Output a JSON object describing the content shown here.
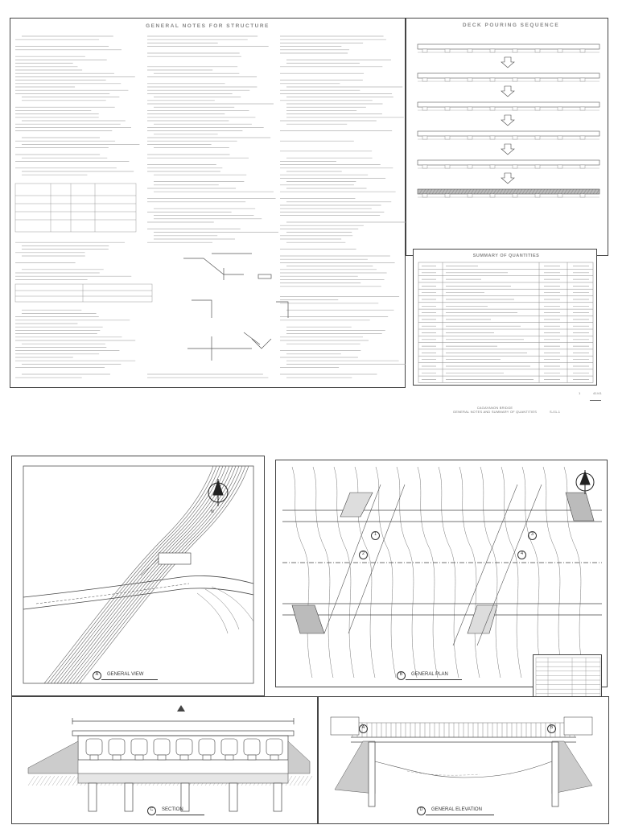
{
  "top_sheet": {
    "notes_title": "GENERAL NOTES FOR STRUCTURE",
    "deck_title": "DECK POURING SEQUENCE",
    "quantities_title": "SUMMARY OF QUANTITIES",
    "qty_rows": [
      {
        "item": "ITEM",
        "desc": "DESCRIPTION",
        "unit": "UNIT",
        "qty": "QUANTITY"
      },
      {
        "item": "",
        "desc": "",
        "unit": "",
        "qty": ""
      },
      {
        "item": "",
        "desc": "",
        "unit": "",
        "qty": ""
      },
      {
        "item": "",
        "desc": "",
        "unit": "",
        "qty": ""
      },
      {
        "item": "",
        "desc": "",
        "unit": "",
        "qty": ""
      },
      {
        "item": "",
        "desc": "",
        "unit": "",
        "qty": ""
      },
      {
        "item": "",
        "desc": "",
        "unit": "",
        "qty": ""
      },
      {
        "item": "",
        "desc": "",
        "unit": "",
        "qty": ""
      },
      {
        "item": "",
        "desc": "",
        "unit": "",
        "qty": ""
      },
      {
        "item": "",
        "desc": "",
        "unit": "",
        "qty": ""
      },
      {
        "item": "",
        "desc": "",
        "unit": "",
        "qty": ""
      },
      {
        "item": "",
        "desc": "",
        "unit": "",
        "qty": ""
      },
      {
        "item": "",
        "desc": "",
        "unit": "",
        "qty": ""
      },
      {
        "item": "",
        "desc": "",
        "unit": "",
        "qty": ""
      },
      {
        "item": "",
        "desc": "",
        "unit": "",
        "qty": ""
      },
      {
        "item": "",
        "desc": "",
        "unit": "",
        "qty": ""
      },
      {
        "item": "",
        "desc": "",
        "unit": "",
        "qty": ""
      },
      {
        "item": "",
        "desc": "",
        "unit": "",
        "qty": ""
      }
    ],
    "title_block": {
      "line1": "CAGAYANON BRIDGE",
      "line2": "GENERAL NOTES AND SUMMARY OF QUANTITIES",
      "sheet_code": "S-01-1",
      "sheet_no": "1",
      "sheet_total": "41/41"
    }
  },
  "views": {
    "general_view": {
      "marker": "A",
      "label": "GENERAL VIEW"
    },
    "general_plan": {
      "marker": "B",
      "label": "GENERAL PLAN"
    },
    "section": {
      "marker": "C",
      "label": "SECTION"
    },
    "general_elevation": {
      "marker": "D",
      "label": "GENERAL ELEVATION"
    }
  },
  "plan_markers": [
    "1",
    "2",
    "3",
    "4"
  ],
  "elevation_markers": [
    "A",
    "B"
  ],
  "colors": {
    "line": "#444444",
    "hatch": "#9a9a9a",
    "fill": "#cfcfcf"
  }
}
